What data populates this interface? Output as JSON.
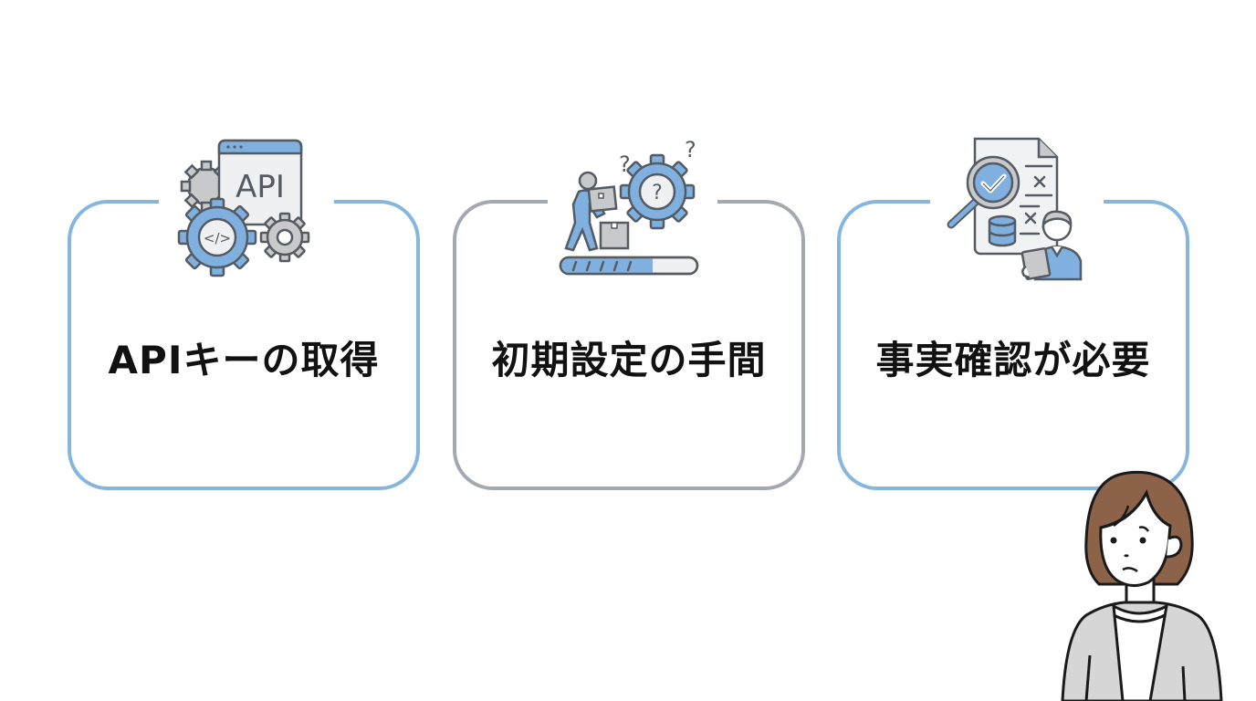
{
  "cards": [
    {
      "title": "APIキーの取得",
      "icon": "api-gears-icon",
      "border_color": "#86b6de"
    },
    {
      "title": "初期設定の手間",
      "icon": "setup-worker-gear-icon",
      "border_color": "#a3a9b0"
    },
    {
      "title": "事実確認が必要",
      "icon": "fact-check-document-icon",
      "border_color": "#86b6de"
    }
  ],
  "api_icon": {
    "window_label": "API",
    "code_symbol": "</>"
  },
  "setup_icon": {
    "question_mark": "?",
    "progress_percent": 65
  },
  "person": {
    "expression": "worried",
    "hair_color": "#8c6248",
    "jacket_color": "#d6d6d6"
  },
  "colors": {
    "accent_blue": "#86b6de",
    "icon_blue": "#7fb0e0",
    "outline": "#555b62",
    "gray_fill": "#c8c9cb"
  }
}
